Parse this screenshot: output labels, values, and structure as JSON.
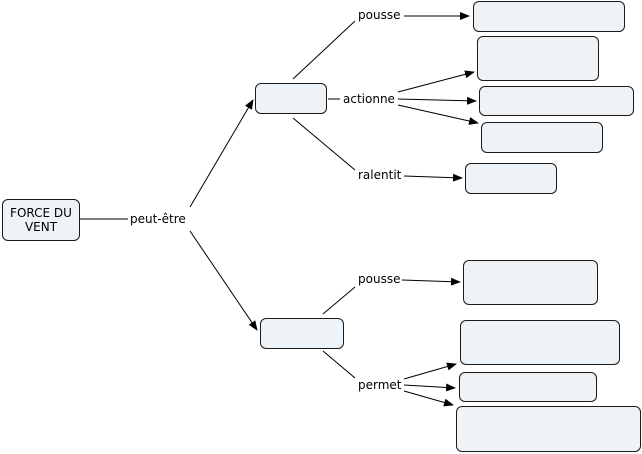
{
  "diagram": {
    "root": {
      "text": "FORCE DU VENT"
    },
    "link_labels": {
      "root_link": "peut-être",
      "upper_pousse": "pousse",
      "upper_actionne": "actionne",
      "upper_ralentit": "ralentit",
      "lower_pousse": "pousse",
      "lower_permet": "permet"
    },
    "nodes": {
      "upper_concept": "",
      "lower_concept": "",
      "up_pousse_target": "",
      "up_actionne_target_1": "",
      "up_actionne_target_2": "",
      "up_actionne_target_3": "",
      "up_ralentit_target": "",
      "low_pousse_target": "",
      "low_permet_target_1": "",
      "low_permet_target_2": "",
      "low_permet_target_3": ""
    },
    "colors": {
      "node_fill": "#edf3f6",
      "node_border": "#1a1a1a",
      "line": "#000000"
    }
  }
}
